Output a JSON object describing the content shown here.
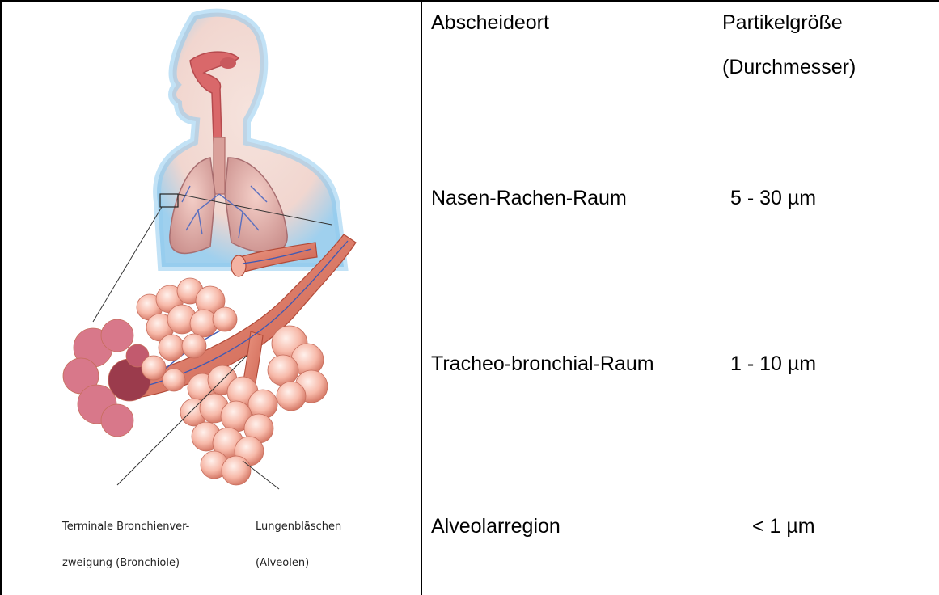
{
  "table": {
    "header": {
      "location_label": "Abscheideort",
      "size_label": "Partikelgröße",
      "size_sublabel": "(Durchmesser)"
    },
    "rows": [
      {
        "location": "Nasen-Rachen-Raum",
        "size": "5 - 30 µm"
      },
      {
        "location": "Tracheo-bronchial-Raum",
        "size": "1 - 10 µm"
      },
      {
        "location": "Alveolarregion",
        "size": "< 1 µm"
      }
    ]
  },
  "illustration": {
    "caption_bronchiole_line1": "Terminale Bronchienver-",
    "caption_bronchiole_line2": "zweigung (Bronchiole)",
    "caption_alveoli_line1": "Lungenbläschen",
    "caption_alveoli_line2": "(Alveolen)"
  }
}
